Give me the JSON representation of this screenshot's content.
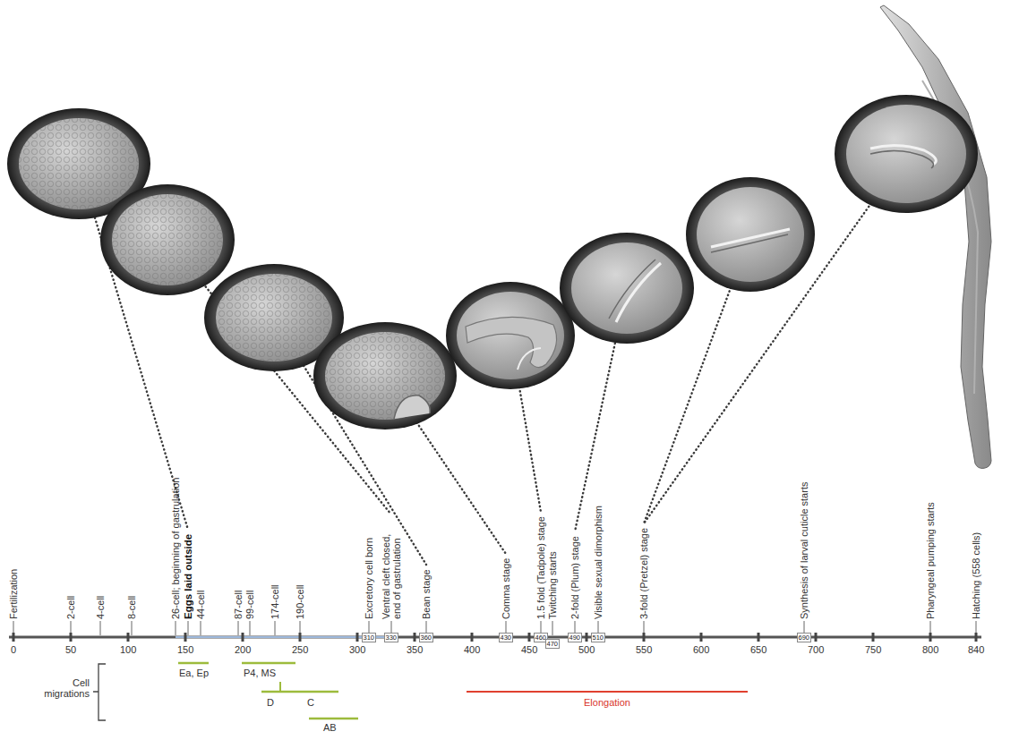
{
  "diagram": {
    "labels": [
      "Fertilization",
      "2-cell",
      "4-cell",
      "8-cell",
      "26-cell; beginning of gastrulation",
      "Eggs laid outside",
      "44-cell",
      "87-cell",
      "99-cell",
      "174-cell",
      "190-cell",
      "Excretory cell born",
      "Ventral cleft closed, end of gastrulation",
      "Bean stage",
      "Comma stage",
      "1.5 fold (Tadpole) stage",
      "Twitching starts",
      "2-fold (Plum) stage",
      "Visible sexual dimorphism",
      "3-fold (Pretzel) stage",
      "Synthesis of larval cuticle starts",
      "Pharyngeal pumping starts",
      "Hatching (558 cells)",
      "0",
      "50",
      "100",
      "150",
      "200",
      "250",
      "300",
      "350",
      "400",
      "450",
      "500",
      "550",
      "600",
      "650",
      "700",
      "750",
      "800",
      "840",
      "310",
      "330",
      "360",
      "430",
      "460",
      "470",
      "490",
      "510",
      "690",
      "Cell migrations",
      "Ea, Ep",
      "P4, MS",
      "D",
      "C",
      "AB",
      "Elongation"
    ]
  }
}
